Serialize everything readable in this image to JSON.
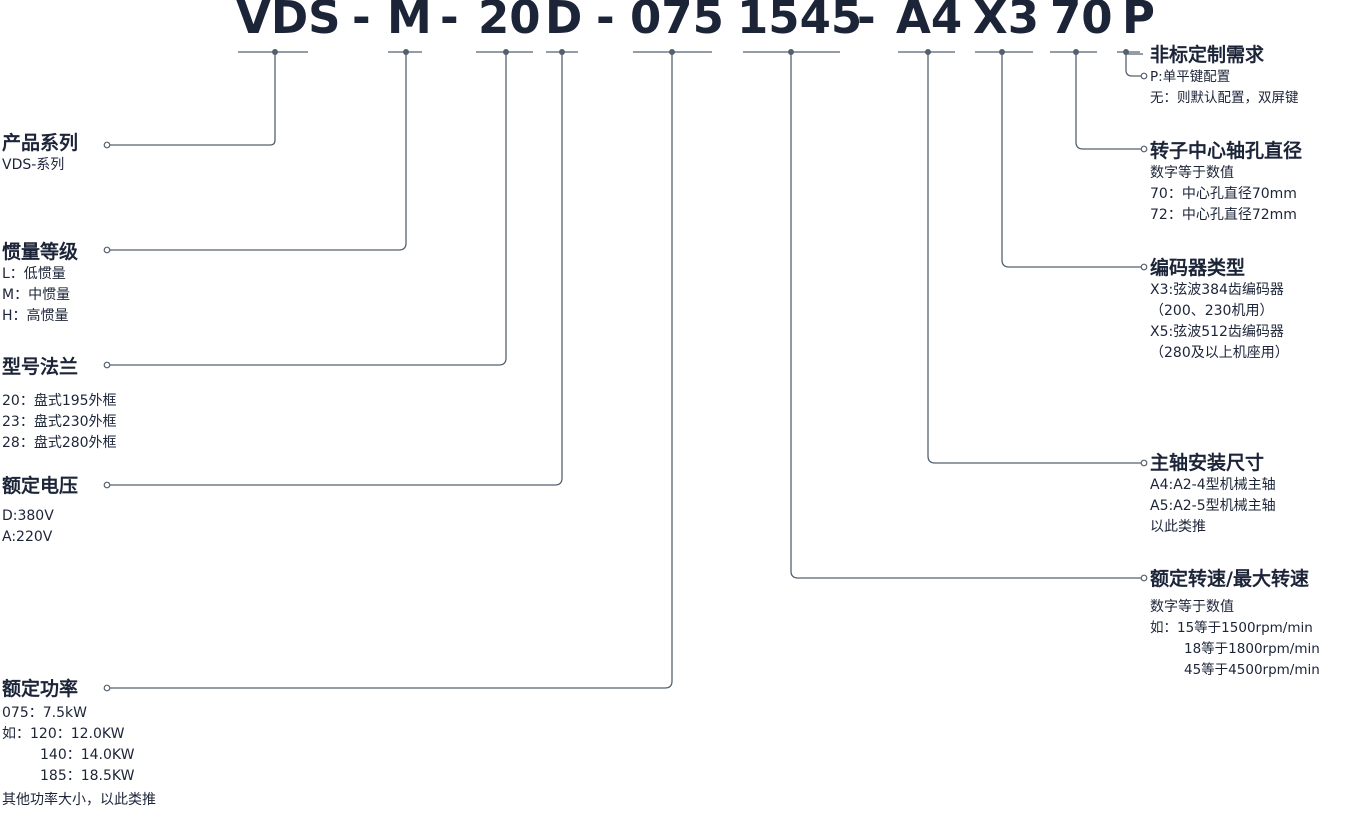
{
  "model_code": {
    "segments": [
      "VDS",
      "-",
      "M",
      "-",
      "20",
      "D",
      "-",
      "075",
      "1545",
      "-",
      "A4",
      "X3",
      "70",
      "P"
    ]
  },
  "fields": {
    "series": {
      "title": "产品系列",
      "lines": [
        "VDS-系列"
      ]
    },
    "inertia": {
      "title": "惯量等级",
      "lines": [
        "L：低惯量",
        "M：中惯量",
        "H：高惯量"
      ]
    },
    "flange": {
      "title": "型号法兰",
      "lines": [
        "20：盘式195外框",
        "23：盘式230外框",
        "28：盘式280外框"
      ]
    },
    "voltage": {
      "title": "额定电压",
      "lines": [
        "D:380V",
        "A:220V"
      ]
    },
    "power": {
      "title": "额定功率",
      "lines": [
        "075：7.5kW",
        "如：120：12.0KW",
        "140：14.0KW",
        "185：18.5KW",
        "其他功率大小，以此类推"
      ]
    },
    "custom": {
      "title": "非标定制需求",
      "lines": [
        "P:单平键配置",
        "无：则默认配置，双屏键"
      ]
    },
    "rotor_bore": {
      "title": "转子中心轴孔直径",
      "lines": [
        "数字等于数值",
        "70：中心孔直径70mm",
        "72：中心孔直径72mm"
      ]
    },
    "encoder": {
      "title": "编码器类型",
      "lines": [
        "X3:弦波384齿编码器",
        "（200、230机用）",
        "X5:弦波512齿编码器",
        "（280及以上机座用）"
      ]
    },
    "spindle": {
      "title": "主轴安装尺寸",
      "lines": [
        "A4:A2-4型机械主轴",
        "A5:A2-5型机械主轴",
        "以此类推"
      ]
    },
    "speed": {
      "title": "额定转速/最大转速",
      "lines": [
        "数字等于数值",
        "如：15等于1500rpm/min",
        "18等于1800rpm/min",
        "45等于4500rpm/min"
      ]
    }
  }
}
